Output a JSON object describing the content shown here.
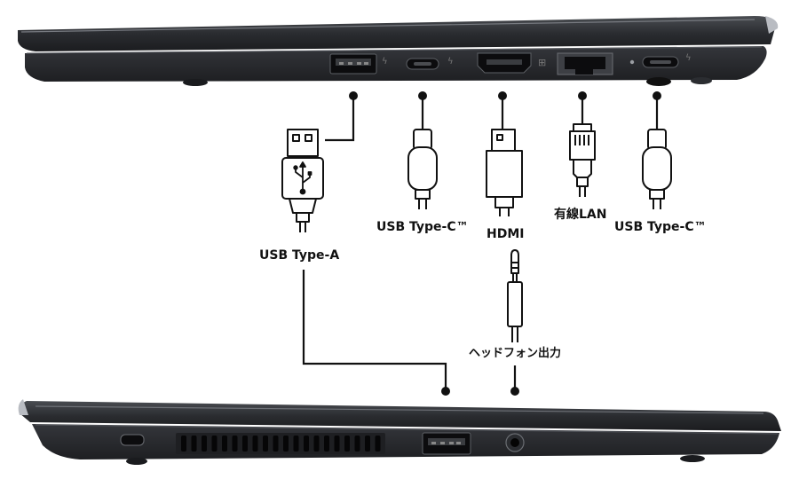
{
  "ports_top": [
    {
      "id": "usb-a",
      "label": ""
    },
    {
      "id": "usb-c-1",
      "label": ""
    },
    {
      "id": "hdmi",
      "label": ""
    },
    {
      "id": "lan",
      "label": ""
    },
    {
      "id": "usb-c-2",
      "label": ""
    }
  ],
  "labels": {
    "usb_a": "USB Type-A",
    "usb_c_1": "USB Type-C™",
    "hdmi": "HDMI",
    "lan": "有線LAN",
    "usb_c_2": "USB Type-C™",
    "headphone": "ヘッドフォン出力"
  },
  "colors": {
    "chassis": "#2c2e32",
    "chassis_dark": "#1a1b1e",
    "chassis_edge": "#55585e",
    "port": "#0c0c0e",
    "line": "#111111",
    "connector_fill": "#ffffff"
  },
  "icons": {
    "thunderbolt": "lightning-bolt-icon",
    "usb": "usb-trident-icon",
    "lan": "network-icon",
    "lock": "security-lock-slot"
  }
}
